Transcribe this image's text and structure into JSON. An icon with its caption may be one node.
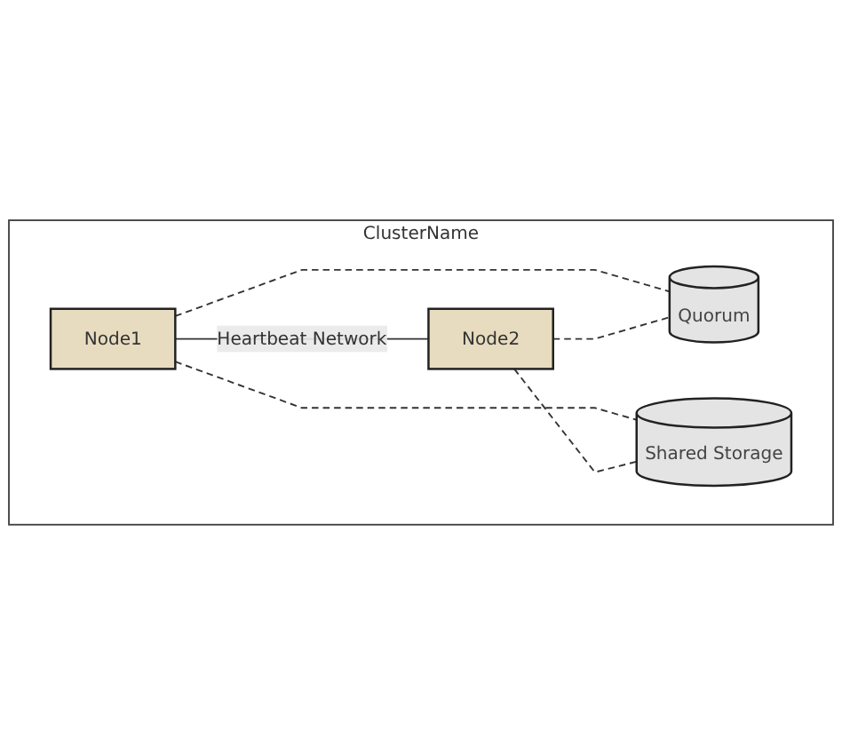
{
  "diagram": {
    "nodes": [
      {
        "text": [
          "ClusterName"
        ]
      },
      {
        "text": [
          "Node1"
        ],
        "in": 0
      },
      {
        "text": [
          "Node2"
        ],
        "in": 0
      },
      {
        "text": [
          "Quorum"
        ],
        "in": 0
      },
      {
        "text": [
          "Shared Storage"
        ],
        "in": 0
      }
    ],
    "edges": [
      {
        "from": 1,
        "to": 2,
        "arrow": "none",
        "label": "Heartbeat Network"
      },
      {
        "from": 1,
        "to": 3,
        "arrow": "none",
        "style": "dashed"
      },
      {
        "from": 2,
        "to": 3,
        "arrow": "none",
        "style": "dashed"
      },
      {
        "from": 1,
        "to": 4,
        "arrow": "none",
        "style": "dashed"
      },
      {
        "from": 2,
        "to": 4,
        "arrow": "none",
        "style": "dashed"
      }
    ]
  }
}
